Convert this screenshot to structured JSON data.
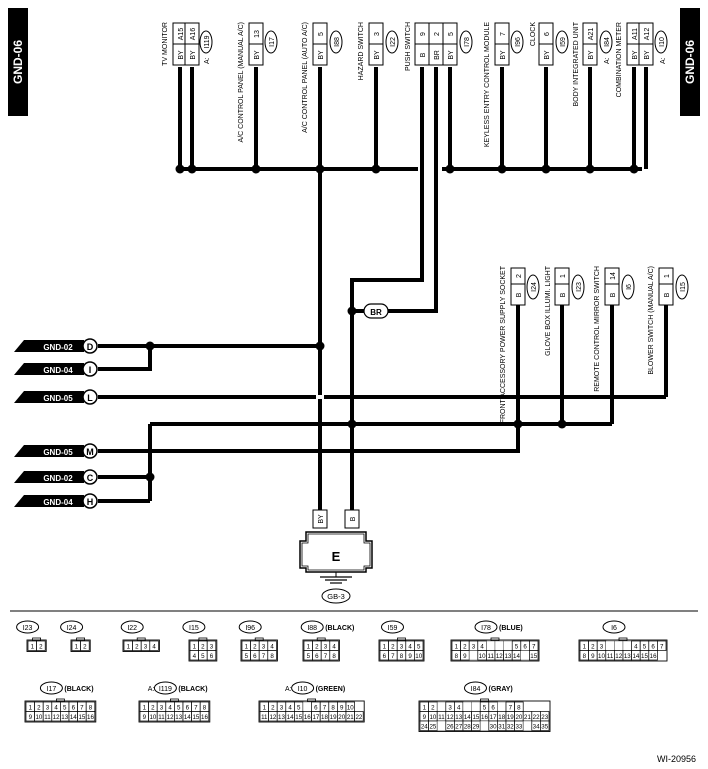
{
  "header": {
    "left_tab": "GND-06",
    "right_tab": "GND-06"
  },
  "top_components": [
    {
      "name": "TV MONITOR",
      "pins": [
        {
          "wire": "BY",
          "pin": "A15"
        },
        {
          "wire": "BY",
          "pin": "A16"
        }
      ],
      "prefix": "A:",
      "connector": "I119"
    },
    {
      "name": "A/C CONTROL PANEL (MANUAL A/C)",
      "pins": [
        {
          "wire": "BY",
          "pin": "13"
        }
      ],
      "prefix": "",
      "connector": "I17"
    },
    {
      "name": "A/C CONTROL PANEL (AUTO A/C)",
      "pins": [
        {
          "wire": "BY",
          "pin": "5"
        }
      ],
      "prefix": "",
      "connector": "I88"
    },
    {
      "name": "HAZARD SWITCH",
      "pins": [
        {
          "wire": "BY",
          "pin": "3"
        }
      ],
      "prefix": "",
      "connector": "I22"
    },
    {
      "name": "PUSH SWITCH",
      "pins": [
        {
          "wire": "B",
          "pin": "9"
        },
        {
          "wire": "BR",
          "pin": "2"
        },
        {
          "wire": "BY",
          "pin": "5"
        }
      ],
      "prefix": "",
      "connector": "I78"
    },
    {
      "name": "KEYLESS ENTRY CONTROL MODULE",
      "pins": [
        {
          "wire": "BY",
          "pin": "7"
        }
      ],
      "prefix": "",
      "connector": "I96"
    },
    {
      "name": "CLOCK",
      "pins": [
        {
          "wire": "BY",
          "pin": "6"
        }
      ],
      "prefix": "",
      "connector": "I59"
    },
    {
      "name": "BODY INTEGRATED UNIT",
      "pins": [
        {
          "wire": "BY",
          "pin": "A21"
        }
      ],
      "prefix": "A:",
      "connector": "I84"
    },
    {
      "name": "COMBINATION METER",
      "pins": [
        {
          "wire": "BY",
          "pin": "A11"
        },
        {
          "wire": "BY",
          "pin": "A12"
        }
      ],
      "prefix": "A:",
      "connector": "I10"
    }
  ],
  "right_components": [
    {
      "name": "FRONT ACCESSORY POWER SUPPLY SOCKET",
      "wire": "B",
      "pin": "2",
      "connector": "I24"
    },
    {
      "name": "GLOVE BOX ILLUMI. LIGHT",
      "wire": "B",
      "pin": "1",
      "connector": "I23"
    },
    {
      "name": "REMOTE CONTROL MIRROR SWITCH",
      "wire": "B",
      "pin": "14",
      "connector": "I6"
    },
    {
      "name": "BLOWER SWITCH (MANUAL A/C)",
      "wire": "B",
      "pin": "1",
      "connector": "I15"
    }
  ],
  "left_refs": [
    {
      "label": "GND-02",
      "letter": "D"
    },
    {
      "label": "GND-04",
      "letter": "I"
    },
    {
      "label": "GND-05",
      "letter": "L"
    },
    {
      "label": "GND-05",
      "letter": "M"
    },
    {
      "label": "GND-02",
      "letter": "C"
    },
    {
      "label": "GND-04",
      "letter": "H"
    }
  ],
  "wire_br_label": "BR",
  "ground": {
    "wires": [
      "BY",
      "B"
    ],
    "connector": "E",
    "point": "GB-3"
  },
  "connectors_row1": [
    {
      "id": "I23",
      "color": "",
      "rows": [
        [
          "1",
          "2"
        ]
      ]
    },
    {
      "id": "I24",
      "color": "",
      "rows": [
        [
          "1",
          "2"
        ]
      ]
    },
    {
      "id": "I22",
      "color": "",
      "rows": [
        [
          "1",
          "2",
          "3",
          "4"
        ]
      ]
    },
    {
      "id": "I15",
      "color": "",
      "rows": [
        [
          "1",
          "2",
          "3"
        ],
        [
          "4",
          "5",
          "6"
        ]
      ]
    },
    {
      "id": "I96",
      "color": "",
      "rows": [
        [
          "1",
          "2",
          "3",
          "4"
        ],
        [
          "5",
          "6",
          "7",
          "8"
        ]
      ]
    },
    {
      "id": "I88",
      "color": "(BLACK)",
      "rows": [
        [
          "1",
          "2",
          "3",
          "4"
        ],
        [
          "5",
          "6",
          "7",
          "8"
        ]
      ]
    },
    {
      "id": "I59",
      "color": "",
      "rows": [
        [
          "1",
          "2",
          "3",
          "4",
          "5"
        ],
        [
          "6",
          "7",
          "8",
          "9",
          "10"
        ]
      ]
    },
    {
      "id": "I78",
      "color": "(BLUE)",
      "rows": [
        [
          "1",
          "2",
          "3",
          "4",
          "",
          "",
          "",
          "5",
          "6",
          "7"
        ],
        [
          "8",
          "9",
          "",
          "10",
          "11",
          "12",
          "13",
          "14",
          "",
          "15"
        ]
      ]
    },
    {
      "id": "I6",
      "color": "",
      "rows": [
        [
          "1",
          "2",
          "3",
          "",
          "",
          "",
          "4",
          "5",
          "6",
          "7"
        ],
        [
          "8",
          "9",
          "10",
          "11",
          "12",
          "13",
          "14",
          "15",
          "16"
        ]
      ]
    }
  ],
  "connectors_row2": [
    {
      "id": "I17",
      "prefix": "",
      "color": "(BLACK)",
      "rows": [
        [
          "1",
          "2",
          "3",
          "4",
          "5",
          "6",
          "7",
          "8"
        ],
        [
          "9",
          "10",
          "11",
          "12",
          "13",
          "14",
          "15",
          "16"
        ]
      ]
    },
    {
      "id": "I119",
      "prefix": "A:",
      "color": "(BLACK)",
      "rows": [
        [
          "1",
          "2",
          "3",
          "4",
          "5",
          "6",
          "7",
          "8"
        ],
        [
          "9",
          "10",
          "11",
          "12",
          "13",
          "14",
          "15",
          "16"
        ]
      ]
    },
    {
      "id": "I10",
      "prefix": "A:",
      "color": "(GREEN)",
      "rows": [
        [
          "1",
          "2",
          "3",
          "4",
          "5",
          "",
          "6",
          "7",
          "8",
          "9",
          "10"
        ],
        [
          "11",
          "12",
          "13",
          "14",
          "15",
          "16",
          "17",
          "18",
          "19",
          "20",
          "21",
          "22"
        ]
      ]
    },
    {
      "id": "I84",
      "prefix": "",
      "color": "(GRAY)",
      "rows": [
        [
          "1",
          "2",
          "",
          "3",
          "4",
          "",
          "",
          "5",
          "6",
          "",
          "7",
          "8"
        ],
        [
          "9",
          "10",
          "11",
          "12",
          "13",
          "14",
          "15",
          "16",
          "17",
          "18",
          "19",
          "20",
          "21",
          "22",
          "23"
        ],
        [
          "24",
          "25",
          "",
          "26",
          "27",
          "28",
          "29",
          "",
          "30",
          "31",
          "32",
          "33",
          "",
          "34",
          "35"
        ]
      ]
    }
  ],
  "figure_id": "WI-20956"
}
